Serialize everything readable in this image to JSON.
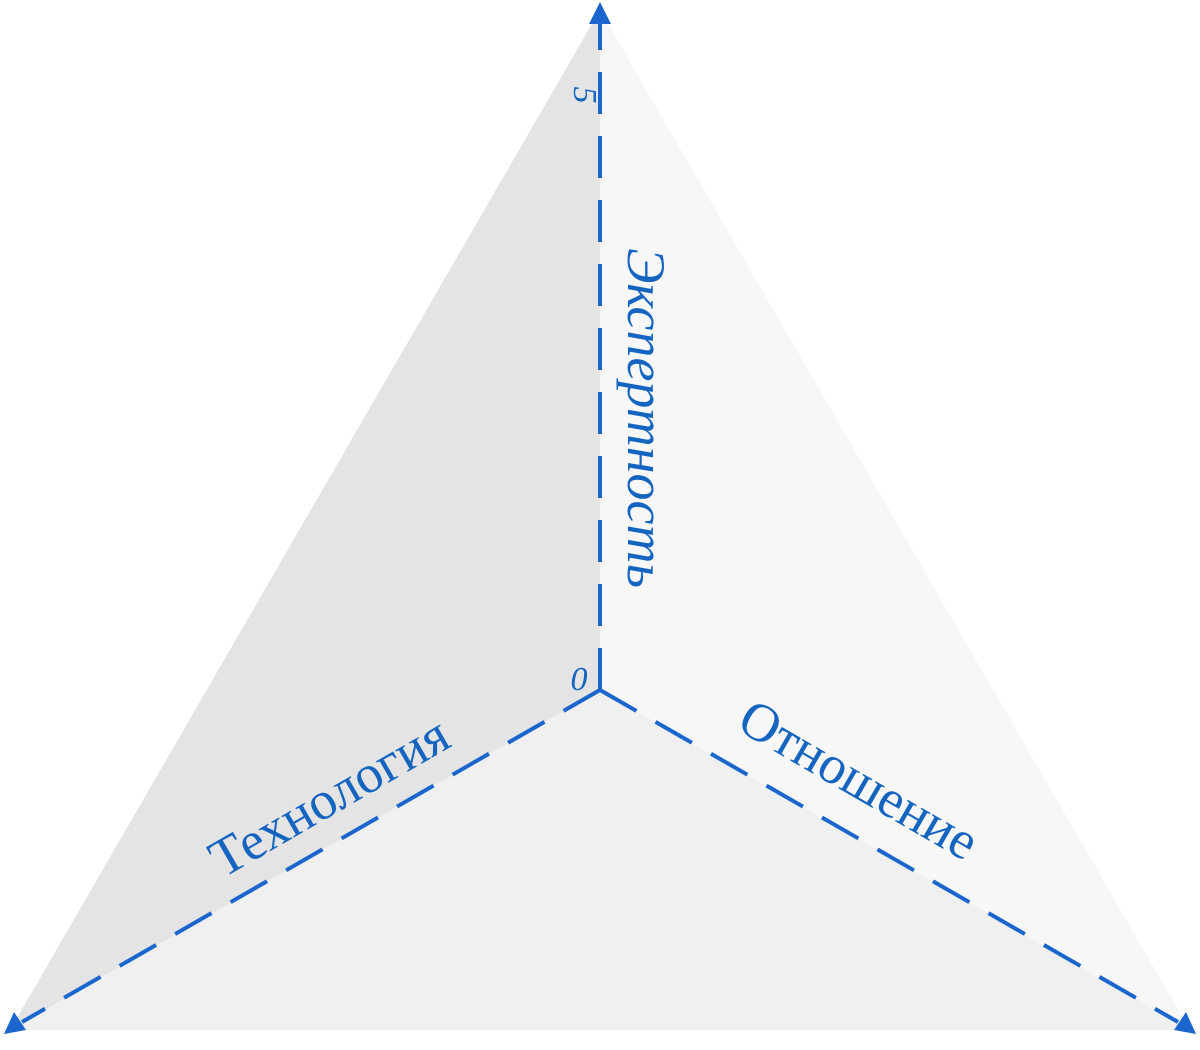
{
  "axes": {
    "vertical": {
      "label": "Экспертность"
    },
    "left": {
      "label": "Технология"
    },
    "right": {
      "label": "Отношение"
    }
  },
  "ticks": {
    "min": "0",
    "max": "5"
  },
  "colors": {
    "axis": "#1a66cc",
    "text": "#1565c0",
    "face_left": "#e4e4e4",
    "face_right": "#f7f7f7",
    "face_bottom": "#f0f0f0"
  }
}
